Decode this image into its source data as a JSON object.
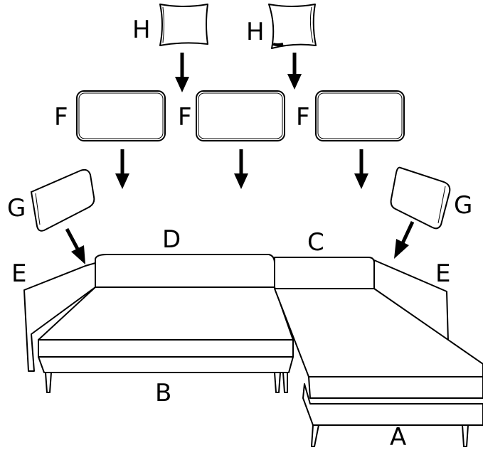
{
  "labels": {
    "h_left": "H",
    "h_right": "H",
    "f_left": "F",
    "f_middle": "F",
    "f_right": "F",
    "g_left": "G",
    "g_right": "G",
    "e_left": "E",
    "e_right": "E",
    "d": "D",
    "c": "C",
    "b": "B",
    "a": "A"
  }
}
